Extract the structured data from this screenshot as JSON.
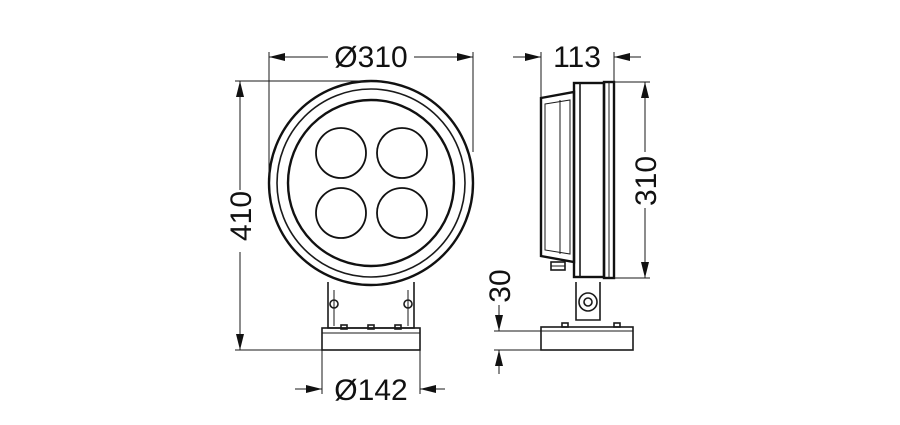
{
  "dimensions": {
    "front_diameter": "Ø310",
    "front_height": "410",
    "base_diameter": "Ø142",
    "side_depth": "113",
    "side_height": "310",
    "base_thickness": "30"
  }
}
